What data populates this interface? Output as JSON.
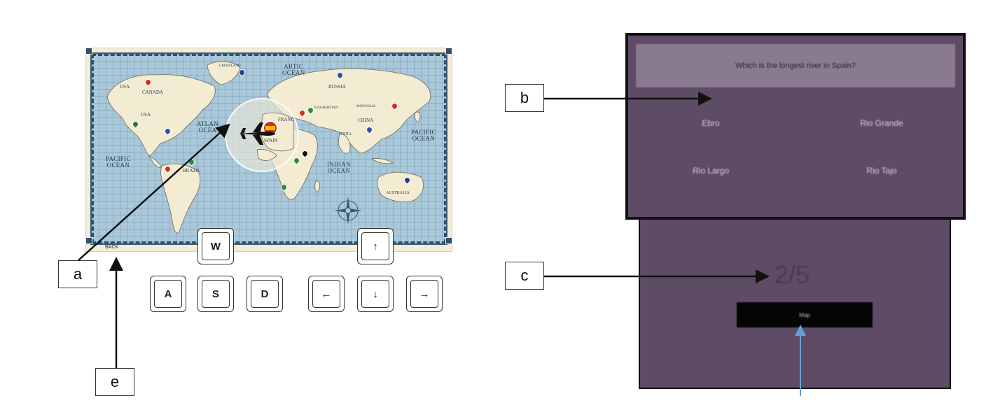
{
  "map": {
    "back_label": "BACK",
    "oceans": {
      "artic": "ARTIC\nOCEAN",
      "atlantic": "ATLAN\nOCEA",
      "pacific_left": "PACIFIC\nOCEAN",
      "pacific_right": "PACIFIC\nOCEAN",
      "indian": "INDIAN\nOCEAN"
    },
    "countries": {
      "usa_top": "USA",
      "canada": "CANADA",
      "usa": "USA",
      "greenland": "GREENLAND",
      "russia": "RUSSIA",
      "kazakhstan": "KAZAKHSTAN",
      "mongolia": "MONGOLIA",
      "china": "CHINA",
      "india": "INDIA",
      "brazil": "BRAZIL",
      "australia": "AUSTRALIA",
      "spain": "SPAIN",
      "france": "FRANC"
    }
  },
  "keys": {
    "w": "W",
    "a": "A",
    "s": "S",
    "d": "D",
    "up": "↑",
    "left": "←",
    "down": "↓",
    "right": "→"
  },
  "labels": {
    "a": "a",
    "b": "b",
    "c": "c",
    "e": "e"
  },
  "quiz": {
    "question": "Which is the longest river in Spain?",
    "answers": [
      "Ebro",
      "Rio Grande",
      "Rio Largo",
      "Rio Tajo"
    ]
  },
  "score": {
    "text": "2/5",
    "map_button": "Map"
  },
  "colors": {
    "panel_bg": "#5e4b66",
    "question_bar": "#8a7a8f",
    "map_ocean": "#a9c8d9",
    "map_frame": "#f4ecd6"
  }
}
